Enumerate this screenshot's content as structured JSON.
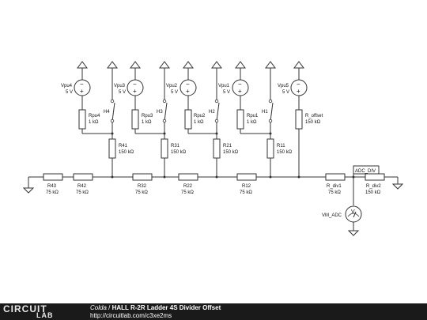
{
  "header": {
    "author": "Colda",
    "separator": " / ",
    "title": "HALL R-2R Ladder 4S Divider Offset",
    "url": "http://circuitlab.com/c3xe2ms"
  },
  "logo": {
    "line1": "CIRCUIT",
    "line2": "LAB"
  },
  "sources": [
    {
      "id": "vpu4",
      "name": "Vpu4",
      "value": "5 V"
    },
    {
      "id": "vpu3",
      "name": "Vpu3",
      "value": "5 V"
    },
    {
      "id": "vpu2",
      "name": "Vpu2",
      "value": "5 V"
    },
    {
      "id": "vpu1",
      "name": "Vpu1",
      "value": "5 V"
    },
    {
      "id": "vpu5",
      "name": "Vpu5",
      "value": "5 V"
    }
  ],
  "switches": [
    {
      "id": "h4",
      "name": "H4"
    },
    {
      "id": "h3",
      "name": "H3"
    },
    {
      "id": "h2",
      "name": "H2"
    },
    {
      "id": "h1",
      "name": "H1"
    }
  ],
  "resistors": [
    {
      "id": "rpu4",
      "name": "Rpu4",
      "value": "1 kΩ"
    },
    {
      "id": "rpu3",
      "name": "Rpu3",
      "value": "1 kΩ"
    },
    {
      "id": "rpu2",
      "name": "Rpu2",
      "value": "1 kΩ"
    },
    {
      "id": "rpu1",
      "name": "Rpu1",
      "value": "1 kΩ"
    },
    {
      "id": "roffset",
      "name": "R_offset",
      "value": "150 kΩ"
    },
    {
      "id": "r41",
      "name": "R41",
      "value": "150 kΩ"
    },
    {
      "id": "r31",
      "name": "R31",
      "value": "150 kΩ"
    },
    {
      "id": "r21",
      "name": "R21",
      "value": "150 kΩ"
    },
    {
      "id": "r11",
      "name": "R11",
      "value": "150 kΩ"
    },
    {
      "id": "r43",
      "name": "R43",
      "value": "75 kΩ"
    },
    {
      "id": "r42",
      "name": "R42",
      "value": "75 kΩ"
    },
    {
      "id": "r32",
      "name": "R32",
      "value": "75 kΩ"
    },
    {
      "id": "r22",
      "name": "R22",
      "value": "75 kΩ"
    },
    {
      "id": "r12",
      "name": "R12",
      "value": "75 kΩ"
    },
    {
      "id": "rdiv1",
      "name": "R_div1",
      "value": "75 kΩ"
    },
    {
      "id": "rdiv2",
      "name": "R_div2",
      "value": "150 kΩ"
    }
  ],
  "node_label": "ADC_DIV",
  "meter": {
    "name": "VM_ADC",
    "symbol": "V"
  },
  "source_symbols": {
    "minus": "−",
    "plus": "+"
  }
}
